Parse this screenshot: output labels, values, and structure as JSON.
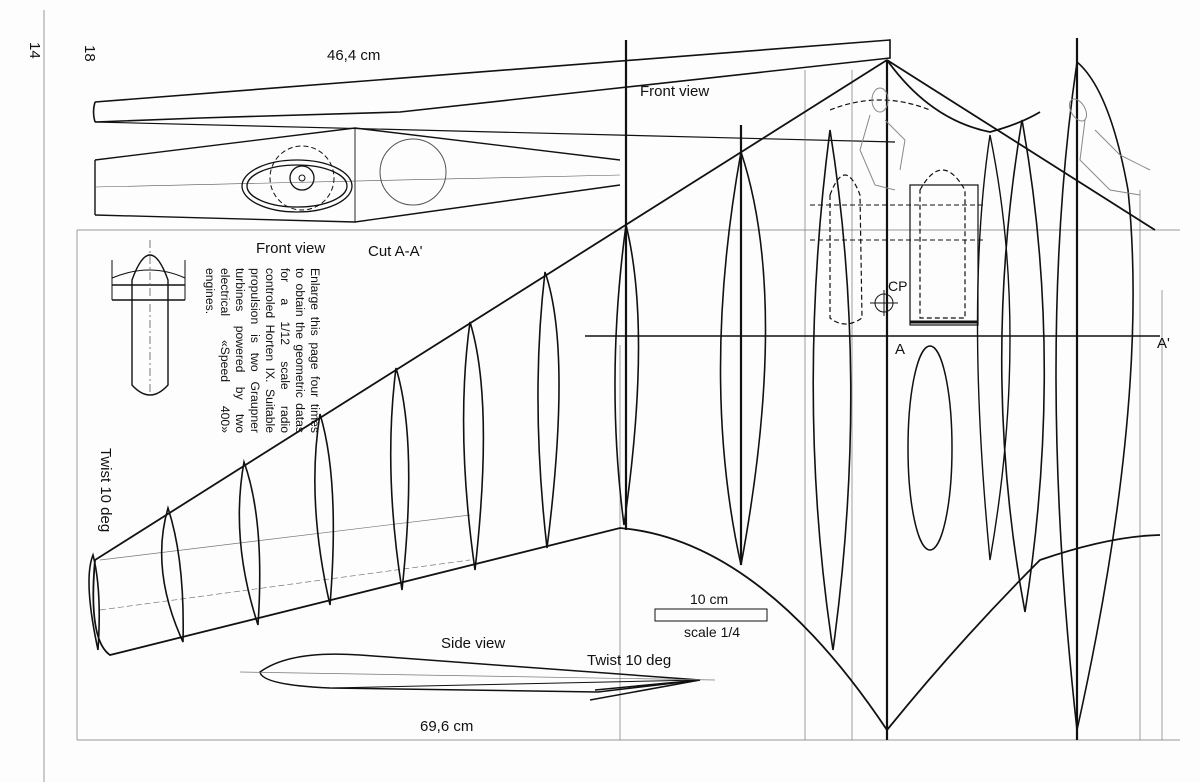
{
  "page": {
    "page_number": "14",
    "sheet_index": "18"
  },
  "labels": {
    "span_top": "46,4 cm",
    "front_view_top": "Front view",
    "front_view_left": "Front view",
    "cut_aa": "Cut A-A'",
    "section_a": "A",
    "section_a_prime": "A'",
    "cp": "CP",
    "twist_left": "Twist 10 deg",
    "twist_side": "Twist 10 deg",
    "side_view": "Side view",
    "span_bottom": "69,6 cm",
    "scale_length": "10 cm",
    "scale_ratio": "scale 1/4"
  },
  "note": "Enlarge this page four times to obtain the geometric datas for a 1/12 scale radio controled Horten IX. Suitable propulsion is two Graupner turbines powered by two electrical «Speed 400» engines."
}
